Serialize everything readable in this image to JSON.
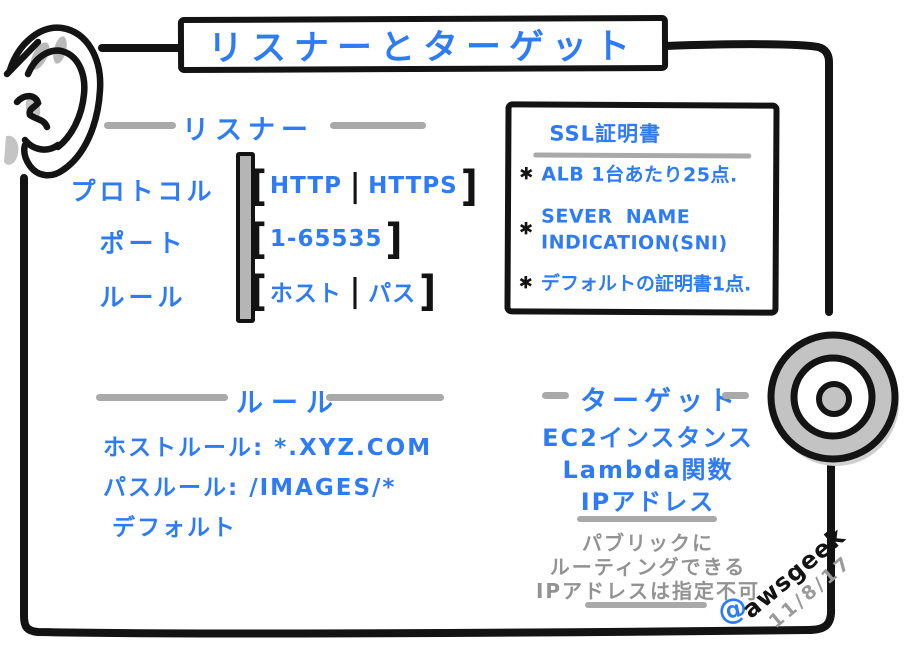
{
  "title": "リスナーとターゲット",
  "glyphs": {
    "lbracket": "[",
    "rbracket": "]",
    "pipe": "|",
    "bullet": "✱",
    "at": "@"
  },
  "listener": {
    "heading": "リスナー",
    "rows": [
      {
        "label": "プロトコル",
        "options": [
          "HTTP",
          "HTTPS"
        ]
      },
      {
        "label": "ポート",
        "options": [
          "1-65535"
        ]
      },
      {
        "label": "ルール",
        "options": [
          "ホスト",
          "パス"
        ]
      }
    ]
  },
  "ssl_box": {
    "heading": "SSL証明書",
    "items": [
      "ALB 1台あたり25点.",
      "SEVER NAME INDICATION(SNI)",
      "デフォルトの証明書1点."
    ]
  },
  "rules": {
    "heading": "ルール",
    "lines": [
      "ホストルール: *.XYZ.COM",
      "パスルール: /IMAGES/*",
      "デフォルト"
    ]
  },
  "targets": {
    "heading": "ターゲット",
    "types": [
      "EC2インスタンス",
      "Lambda関数",
      "IPアドレス"
    ],
    "note_lines": [
      "パブリックに",
      "ルーティングできる",
      "IPアドレスは指定不可"
    ]
  },
  "signature": {
    "handle": "awsgeek",
    "date": "11/8/17"
  },
  "colors": {
    "ink": "#131313",
    "accent_blue": "#2e7bf6",
    "gray": "#a9a9a9"
  }
}
